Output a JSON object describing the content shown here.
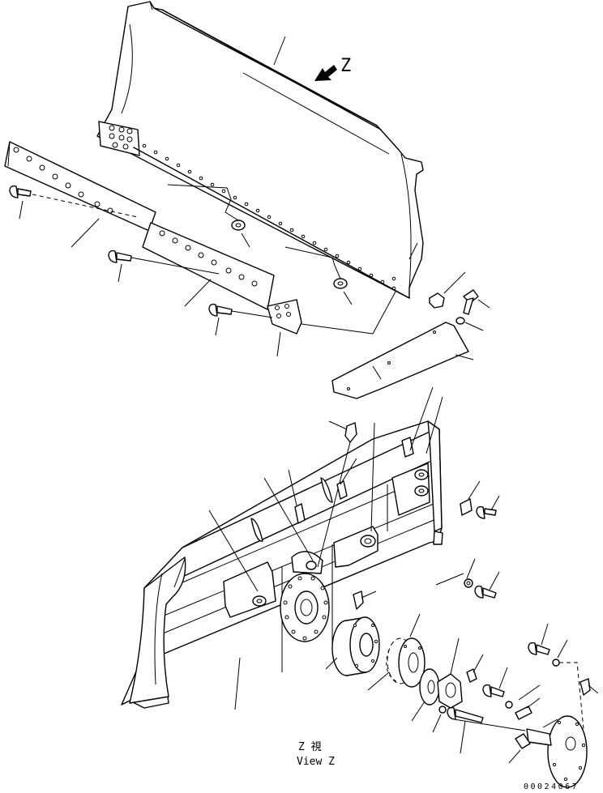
{
  "view_marker": "Z",
  "caption": {
    "line1": "Z  視",
    "line2": "View Z"
  },
  "drawing_number": "00024067",
  "icons": [
    "view-direction-arrow-icon"
  ]
}
